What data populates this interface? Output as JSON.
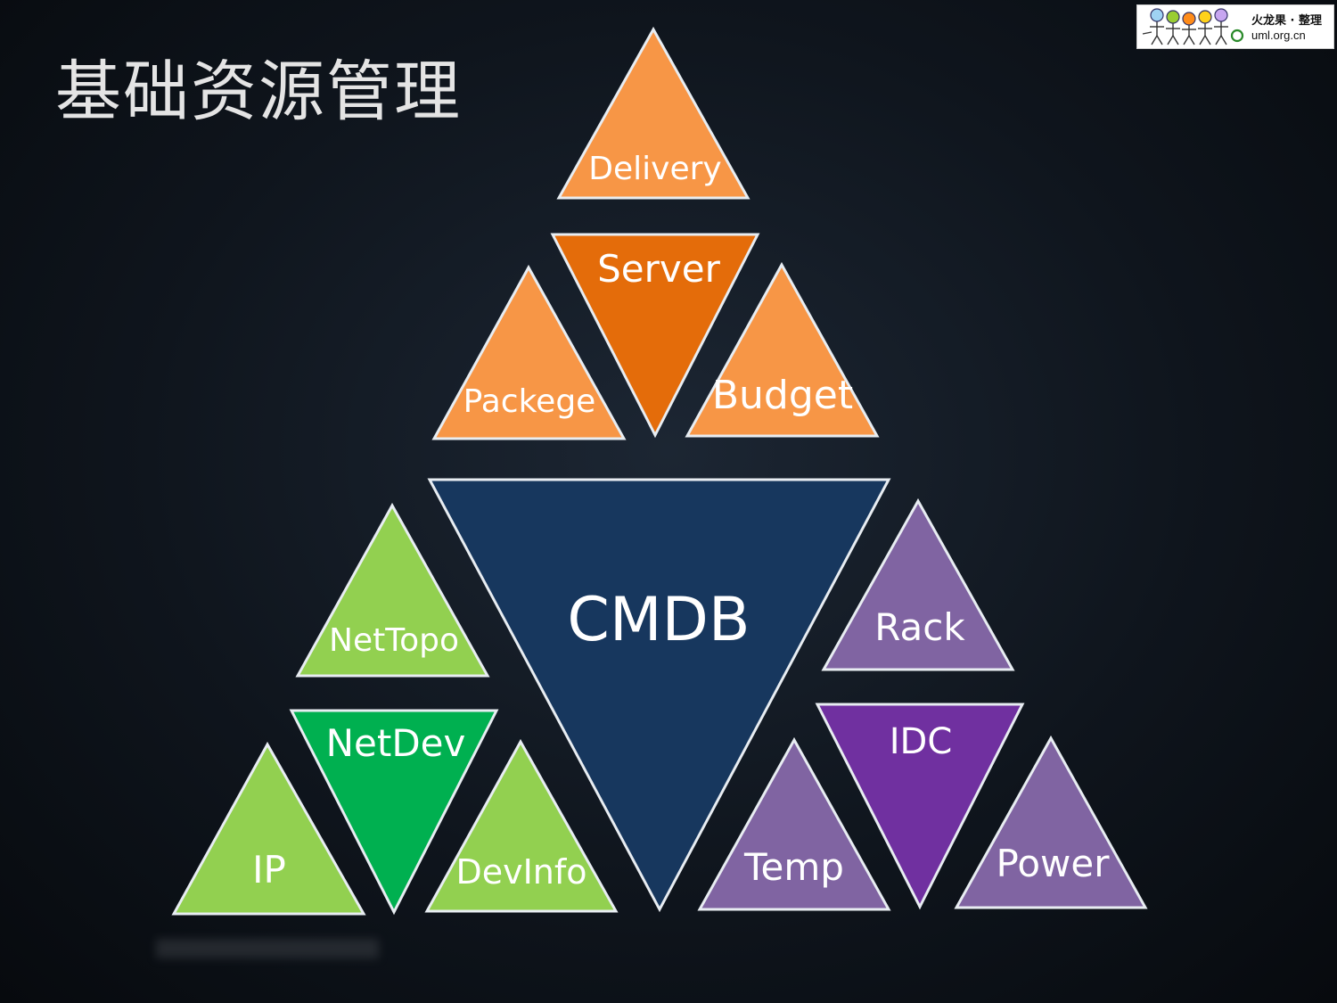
{
  "title": "基础资源管理",
  "watermark": {
    "line1": "火龙果 · 整理",
    "line2": "uml.org.cn"
  },
  "colors": {
    "orange_light": "#F79646",
    "orange_dark": "#E46C0A",
    "navy": "#17375E",
    "green_light": "#92D050",
    "green_dark": "#00B050",
    "purple_light": "#8064A2",
    "purple_dark": "#7030A0",
    "outline": "#E8EDF2"
  },
  "nodes": {
    "delivery": "Delivery",
    "server": "Server",
    "packege": "Packege",
    "budget": "Budget",
    "cmdb": "CMDB",
    "nettopo": "NetTopo",
    "netdev": "NetDev",
    "ip": "IP",
    "devinfo": "DevInfo",
    "rack": "Rack",
    "idc": "IDC",
    "temp": "Temp",
    "power": "Power"
  }
}
